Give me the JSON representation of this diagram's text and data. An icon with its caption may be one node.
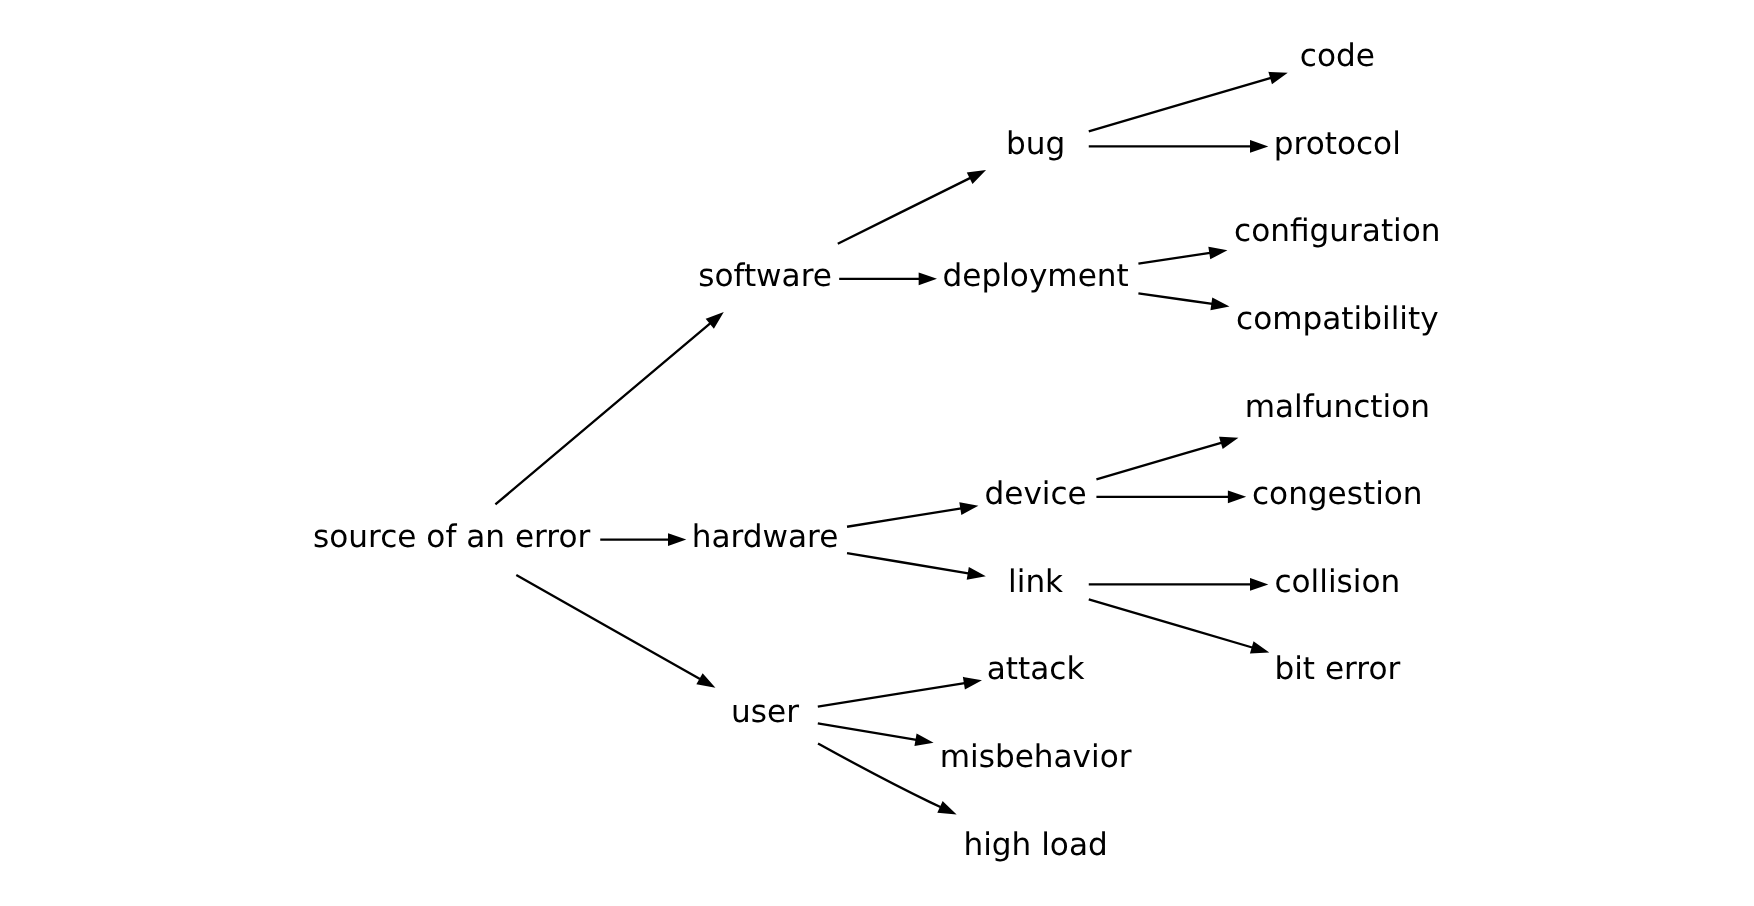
{
  "diagram": {
    "nodes": [
      {
        "text": [
          "source of an error"
        ]
      },
      {
        "text": [
          "software"
        ]
      },
      {
        "text": [
          "hardware"
        ]
      },
      {
        "text": [
          "user"
        ]
      },
      {
        "text": [
          "bug"
        ]
      },
      {
        "text": [
          "deployment"
        ]
      },
      {
        "text": [
          "device"
        ]
      },
      {
        "text": [
          "link"
        ]
      },
      {
        "text": [
          "attack"
        ]
      },
      {
        "text": [
          "misbehavior"
        ]
      },
      {
        "text": [
          "high load"
        ]
      },
      {
        "text": [
          "code"
        ]
      },
      {
        "text": [
          "protocol"
        ]
      },
      {
        "text": [
          "configuration"
        ]
      },
      {
        "text": [
          "compatibility"
        ]
      },
      {
        "text": [
          "malfunction"
        ]
      },
      {
        "text": [
          "congestion"
        ]
      },
      {
        "text": [
          "collision"
        ]
      },
      {
        "text": [
          "bit error"
        ]
      }
    ],
    "edges": [
      {
        "from": 0,
        "to": 1,
        "arrow": "to"
      },
      {
        "from": 0,
        "to": 2,
        "arrow": "to"
      },
      {
        "from": 0,
        "to": 3,
        "arrow": "to"
      },
      {
        "from": 1,
        "to": 4,
        "arrow": "to"
      },
      {
        "from": 1,
        "to": 5,
        "arrow": "to"
      },
      {
        "from": 2,
        "to": 6,
        "arrow": "to"
      },
      {
        "from": 2,
        "to": 7,
        "arrow": "to"
      },
      {
        "from": 3,
        "to": 8,
        "arrow": "to"
      },
      {
        "from": 3,
        "to": 9,
        "arrow": "to"
      },
      {
        "from": 3,
        "to": 10,
        "arrow": "to"
      },
      {
        "from": 4,
        "to": 11,
        "arrow": "to"
      },
      {
        "from": 4,
        "to": 12,
        "arrow": "to"
      },
      {
        "from": 5,
        "to": 13,
        "arrow": "to"
      },
      {
        "from": 5,
        "to": 14,
        "arrow": "to"
      },
      {
        "from": 6,
        "to": 15,
        "arrow": "to"
      },
      {
        "from": 6,
        "to": 16,
        "arrow": "to"
      },
      {
        "from": 7,
        "to": 17,
        "arrow": "to"
      },
      {
        "from": 7,
        "to": 18,
        "arrow": "to"
      }
    ]
  }
}
